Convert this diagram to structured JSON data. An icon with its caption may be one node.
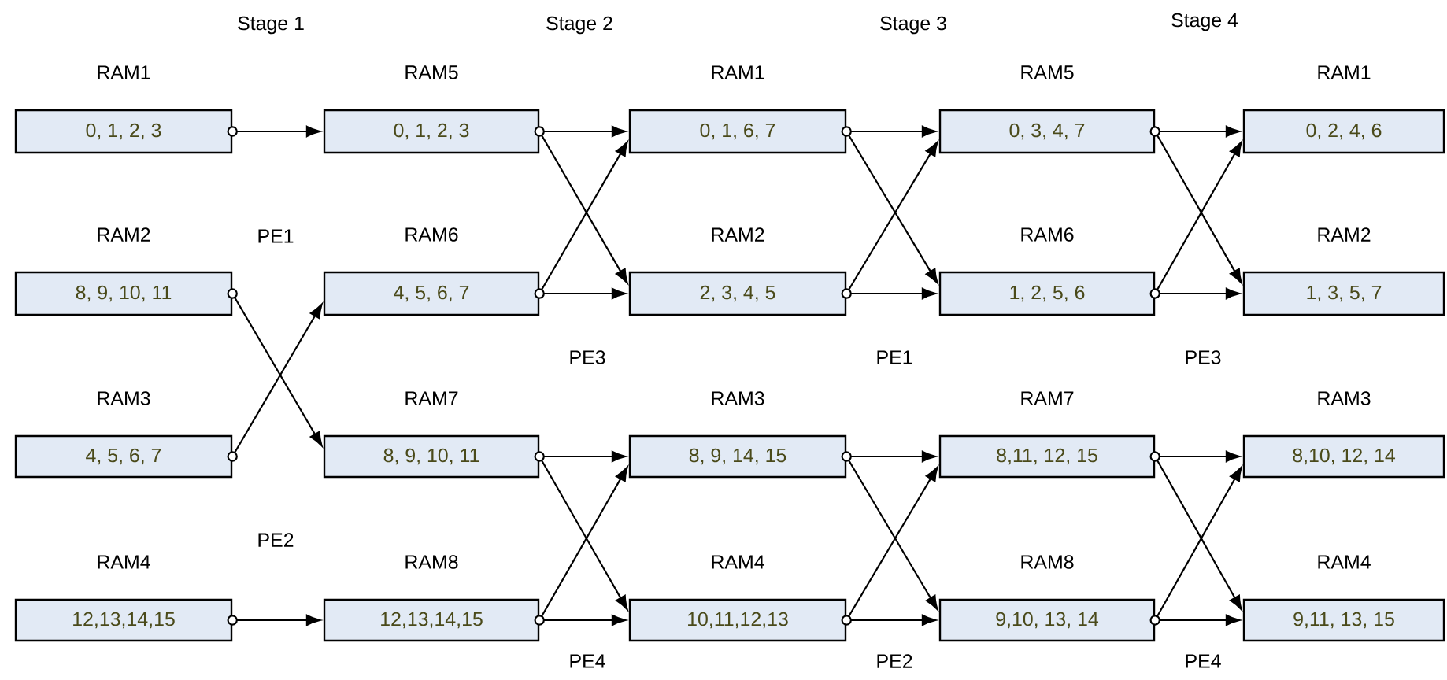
{
  "diagram": {
    "nodes": [
      {
        "text": [
          "RAM1",
          "0, 1, 2, 3"
        ]
      },
      {
        "text": [
          "RAM2",
          "8, 9, 10, 11"
        ]
      },
      {
        "text": [
          "RAM3",
          "4, 5, 6, 7"
        ]
      },
      {
        "text": [
          "RAM4",
          "12,13,14,15"
        ]
      },
      {
        "text": [
          "RAM5",
          "0, 1, 2, 3"
        ]
      },
      {
        "text": [
          "RAM6",
          "4, 5, 6, 7"
        ]
      },
      {
        "text": [
          "RAM7",
          "8, 9, 10, 11"
        ]
      },
      {
        "text": [
          "RAM8",
          "12,13,14,15"
        ]
      },
      {
        "text": [
          "RAM1",
          "0, 1, 6, 7"
        ]
      },
      {
        "text": [
          "RAM2",
          "2, 3, 4, 5"
        ]
      },
      {
        "text": [
          "RAM3",
          "8, 9, 14, 15"
        ]
      },
      {
        "text": [
          "RAM4",
          "10,11,12,13"
        ]
      },
      {
        "text": [
          "RAM5",
          "0, 3, 4, 7"
        ]
      },
      {
        "text": [
          "RAM6",
          "1, 2, 5, 6"
        ]
      },
      {
        "text": [
          "RAM7",
          "8,11, 12, 15"
        ]
      },
      {
        "text": [
          "RAM8",
          "9,10, 13, 14"
        ]
      },
      {
        "text": [
          "RAM1",
          "0, 2, 4, 6"
        ]
      },
      {
        "text": [
          "RAM2",
          "1, 3, 5, 7"
        ]
      },
      {
        "text": [
          "RAM3",
          "8,10, 12, 14"
        ]
      },
      {
        "text": [
          "RAM4",
          "9,11, 13, 15"
        ]
      }
    ],
    "edges": [
      {
        "from": 0,
        "to": 4,
        "arrow": "to"
      },
      {
        "from": 1,
        "to": 6,
        "arrow": "to"
      },
      {
        "from": 2,
        "to": 5,
        "arrow": "to"
      },
      {
        "from": 3,
        "to": 7,
        "arrow": "to"
      },
      {
        "from": 4,
        "to": 8,
        "arrow": "to"
      },
      {
        "from": 4,
        "to": 9,
        "arrow": "to"
      },
      {
        "from": 5,
        "to": 8,
        "arrow": "to"
      },
      {
        "from": 5,
        "to": 9,
        "arrow": "to"
      },
      {
        "from": 6,
        "to": 10,
        "arrow": "to"
      },
      {
        "from": 6,
        "to": 11,
        "arrow": "to"
      },
      {
        "from": 7,
        "to": 10,
        "arrow": "to"
      },
      {
        "from": 7,
        "to": 11,
        "arrow": "to"
      },
      {
        "from": 8,
        "to": 12,
        "arrow": "to"
      },
      {
        "from": 8,
        "to": 13,
        "arrow": "to"
      },
      {
        "from": 9,
        "to": 12,
        "arrow": "to"
      },
      {
        "from": 9,
        "to": 13,
        "arrow": "to"
      },
      {
        "from": 10,
        "to": 14,
        "arrow": "to"
      },
      {
        "from": 10,
        "to": 15,
        "arrow": "to"
      },
      {
        "from": 11,
        "to": 14,
        "arrow": "to"
      },
      {
        "from": 11,
        "to": 15,
        "arrow": "to"
      },
      {
        "from": 12,
        "to": 16,
        "arrow": "to"
      },
      {
        "from": 12,
        "to": 17,
        "arrow": "to"
      },
      {
        "from": 13,
        "to": 16,
        "arrow": "to"
      },
      {
        "from": 13,
        "to": 17,
        "arrow": "to"
      },
      {
        "from": 14,
        "to": 18,
        "arrow": "to"
      },
      {
        "from": 14,
        "to": 19,
        "arrow": "to"
      },
      {
        "from": 15,
        "to": 18,
        "arrow": "to"
      },
      {
        "from": 15,
        "to": 19,
        "arrow": "to"
      }
    ],
    "labels": [
      "Stage 1",
      "Stage 2",
      "Stage 3",
      "Stage 4",
      "PE1",
      "PE3",
      "PE1",
      "PE3",
      "PE2",
      "PE4",
      "PE2",
      "PE4"
    ]
  }
}
